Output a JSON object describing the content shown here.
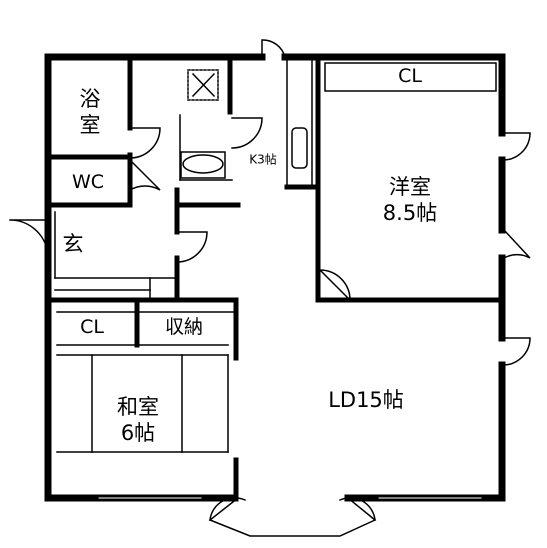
{
  "rooms": {
    "bath": "浴\n室",
    "wc": "WC",
    "entrance": "玄",
    "kitchen": "K3帖",
    "western_closet": "CL",
    "western_room": "洋室\n8.5帖",
    "japanese_closet": "CL",
    "storage": "収納",
    "japanese_room": "和室\n6帖",
    "living_dining": "LD15帖"
  }
}
